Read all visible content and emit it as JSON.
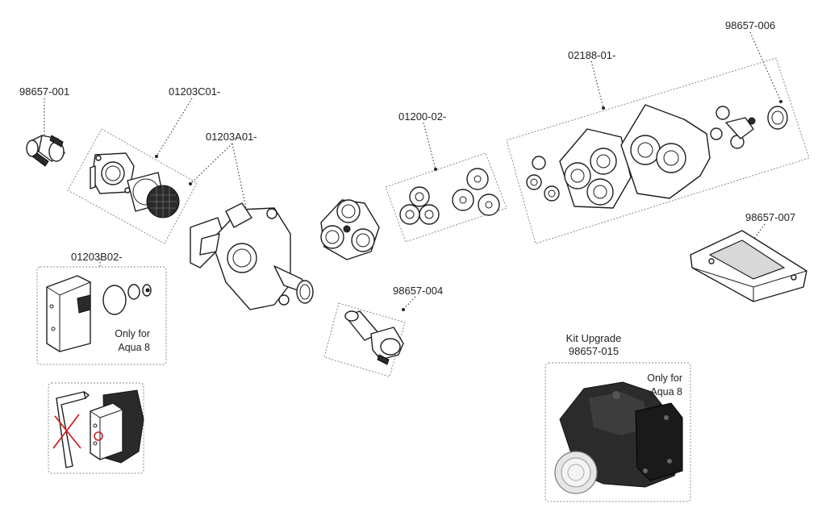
{
  "parts": {
    "p_98657_001": "98657-001",
    "p_01203C01": "01203C01-",
    "p_01203A01": "01203A01-",
    "p_01203B02": "01203B02-",
    "p_01200_02": "01200-02-",
    "p_98657_004": "98657-004",
    "p_02188_01": "02188-01-",
    "p_98657_006": "98657-006",
    "p_98657_007": "98657-007"
  },
  "notes": {
    "b02_line1": "Only for",
    "b02_line2": "Aqua 8",
    "kit_line1": "Only for",
    "kit_line2": "Aqua 8"
  },
  "kit": {
    "title": "Kit Upgrade",
    "part": "98657-015"
  },
  "icons": [
    "hex-key-icon",
    "cross-mark-icon",
    "red-circle-marker-icon"
  ],
  "colors": {
    "line": "#1e1e1e",
    "dashed_box": "#888888",
    "marker_red": "#d22020"
  }
}
